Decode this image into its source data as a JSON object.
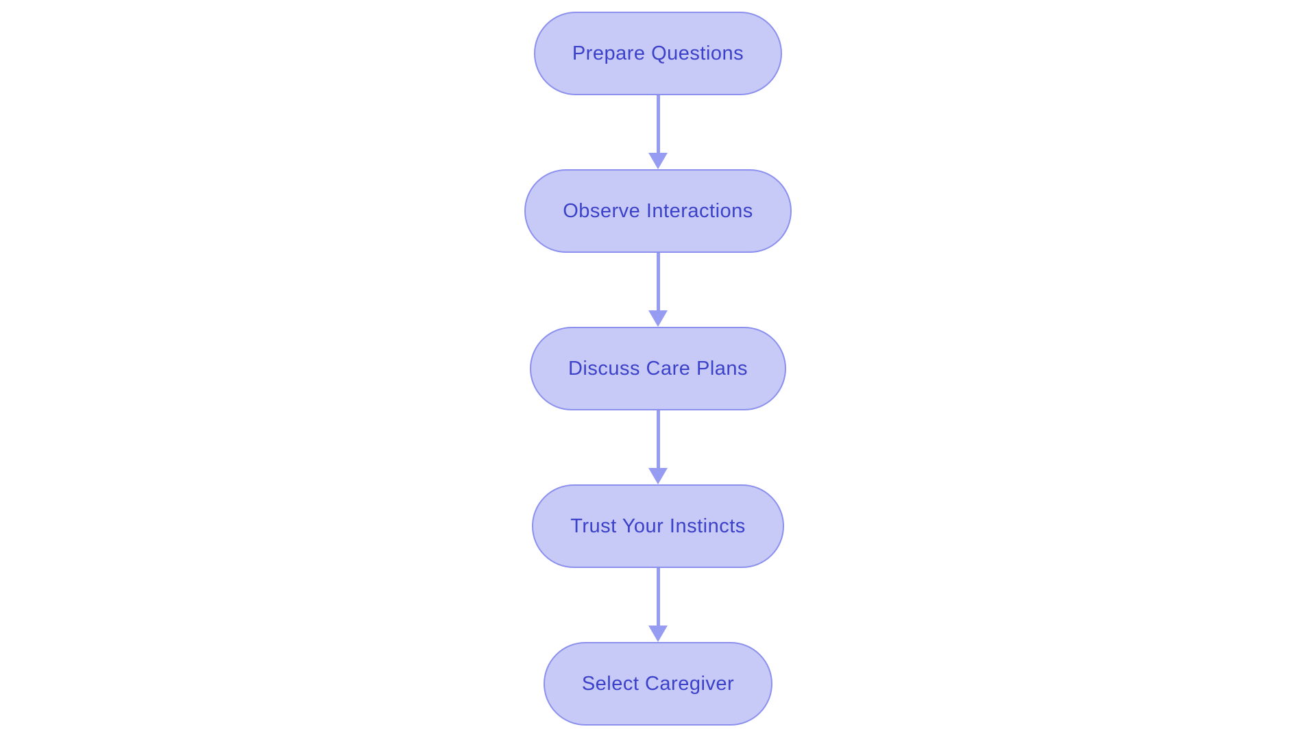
{
  "flowchart": {
    "type": "flowchart",
    "direction": "top-down",
    "nodes": [
      {
        "id": "n1",
        "label": "Prepare Questions"
      },
      {
        "id": "n2",
        "label": "Observe Interactions"
      },
      {
        "id": "n3",
        "label": "Discuss Care Plans"
      },
      {
        "id": "n4",
        "label": "Trust Your Instincts"
      },
      {
        "id": "n5",
        "label": "Select Caregiver"
      }
    ],
    "edges": [
      {
        "from": "Prepare Questions",
        "to": "Observe Interactions"
      },
      {
        "from": "Observe Interactions",
        "to": "Discuss Care Plans"
      },
      {
        "from": "Discuss Care Plans",
        "to": "Trust Your Instincts"
      },
      {
        "from": "Trust Your Instincts",
        "to": "Select Caregiver"
      }
    ],
    "colors": {
      "background": "#ffffff",
      "node_fill": "#c7c9f6",
      "node_border": "#8b90ee",
      "node_text": "#3b41c8",
      "arrow": "#969cf1"
    }
  }
}
